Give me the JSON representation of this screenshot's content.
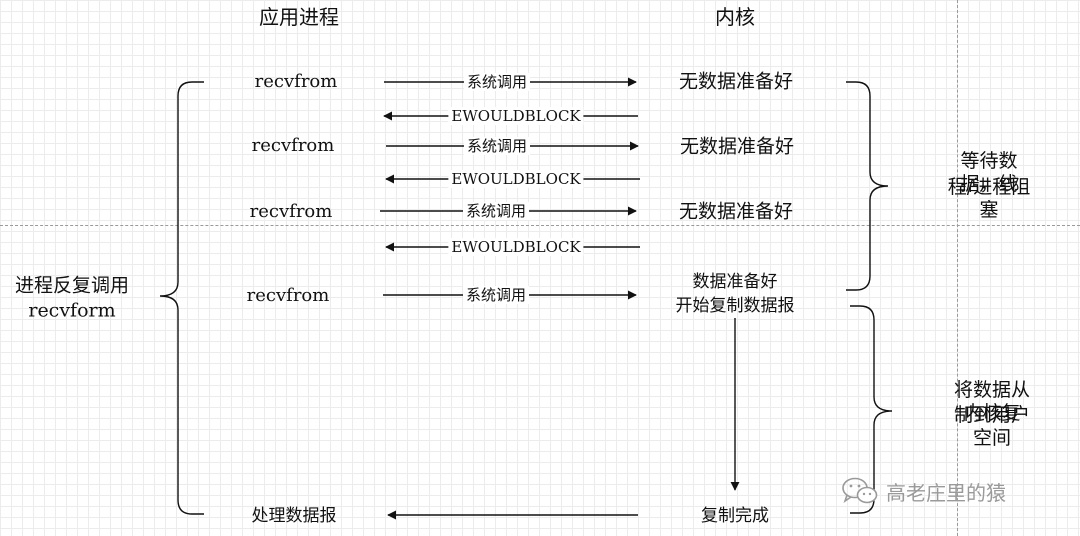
{
  "headers": {
    "app": "应用进程",
    "kernel": "内核"
  },
  "steps": [
    {
      "app_call": "recvfrom",
      "call_label": "系统调用",
      "kernel_state": "无数据准备好",
      "reply": "EWOULDBLOCK"
    },
    {
      "app_call": "recvfrom",
      "call_label": "系统调用",
      "kernel_state": "无数据准备好",
      "reply": "EWOULDBLOCK"
    },
    {
      "app_call": "recvfrom",
      "call_label": "系统调用",
      "kernel_state": "无数据准备好",
      "reply": "EWOULDBLOCK"
    },
    {
      "app_call": "recvfrom",
      "call_label": "系统调用",
      "kernel_state_line1": "数据准备好",
      "kernel_state_line2": "开始复制数据报"
    }
  ],
  "final": {
    "kernel_state": "复制完成",
    "app_action": "处理数据报"
  },
  "annotations": {
    "left_line1": "进程反复调用",
    "left_line2": "recvform",
    "wait_line1": "等待数据，线",
    "wait_line2": "程/进程阻塞",
    "copy_line1": "将数据从内核复",
    "copy_line2": "制到用户空间"
  },
  "watermark": "高老庄里的猿",
  "colors": {
    "line": "#111111",
    "grid": "#ececec",
    "guide": "#9a9a9a",
    "watermark": "#9a9a9a"
  }
}
